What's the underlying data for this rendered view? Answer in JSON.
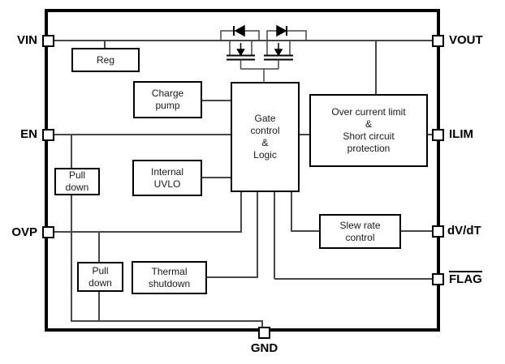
{
  "pins": {
    "vin": "VIN",
    "en": "EN",
    "ovp": "OVP",
    "vout": "VOUT",
    "ilim": "ILIM",
    "dvdt": "dV/dT",
    "flag": "FLAG",
    "gnd": "GND"
  },
  "blocks": {
    "reg": "Reg",
    "charge_pump": "Charge\npump",
    "gate_control": "Gate\ncontrol\n&\nLogic",
    "over_current": "Over current limit\n&\nShort circuit\nprotection",
    "uvlo": "Internal\nUVLO",
    "pull_down_en": "Pull\ndown",
    "pull_down_ovp": "Pull\ndown",
    "slew_rate": "Slew rate\ncontrol",
    "thermal": "Thermal\nshutdown"
  },
  "colors": {
    "wire": "#474747",
    "outline": "#000000",
    "background": "#ffffff"
  }
}
